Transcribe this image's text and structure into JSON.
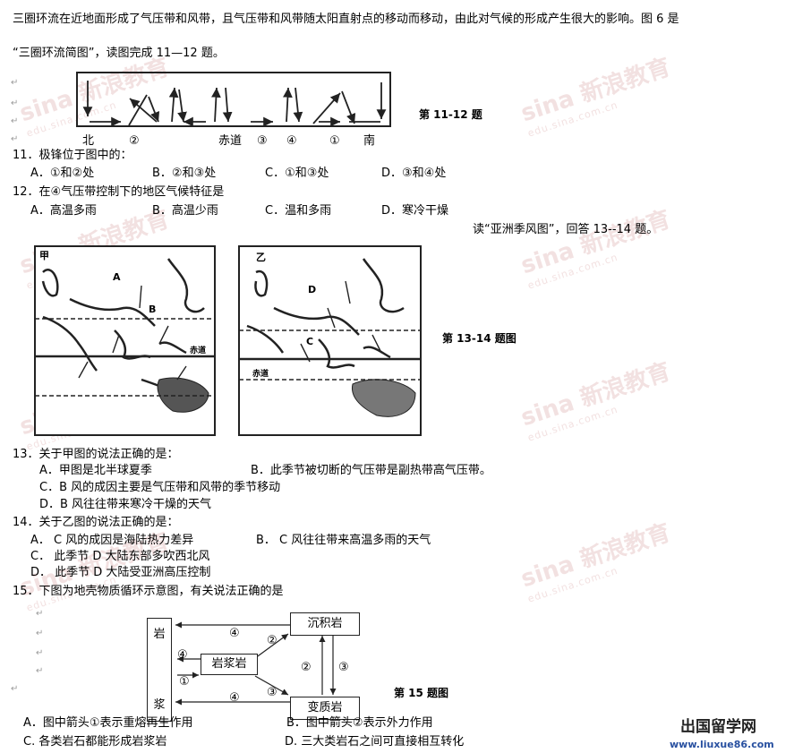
{
  "intro": {
    "line1": "三圈环流在近地面形成了气压带和风带，且气压带和风带随太阳直射点的移动而移动，由此对气候的形成产生很大的影响。图 6 是",
    "line2": "“三圈环流简图”，读图完成 11—12 题。"
  },
  "fig_circ": {
    "caption": "第 11-12 题",
    "north": "北",
    "num2": "②",
    "equator": "赤道",
    "num3": "③",
    "num4": "④",
    "num1": "①",
    "south": "南"
  },
  "q11": {
    "stem": "11．极锋位于图中的：",
    "a": "A．①和②处",
    "b": "B．②和③处",
    "c": "C．①和③处",
    "d": "D．③和④处"
  },
  "q12": {
    "stem": "12．在④气压带控制下的地区气候特征是",
    "a": "A．高温多雨",
    "b": "B．高温少雨",
    "c": "C．温和多雨",
    "d": "D．寒冷干燥"
  },
  "asia_intro": "读“亚洲季风图”，回答 13--14 题。",
  "map1": {
    "label": "甲",
    "a": "A",
    "b": "B",
    "equator": "赤道"
  },
  "map2": {
    "label": "乙",
    "c": "C",
    "d": "D",
    "equator": "赤道"
  },
  "map_caption": "第 13-14 题图",
  "q13": {
    "stem": "13．关于甲图的说法正确的是：",
    "a": "A．甲图是北半球夏季",
    "b": "B．此季节被切断的气压带是副热带高气压带。",
    "c": "C．B 风的成因主要是气压带和风带的季节移动",
    "d": "D．B 风往往带来寒冷干燥的天气"
  },
  "q14": {
    "stem": "14．关于乙图的说法正确的是：",
    "a": "A． C 风的成因是海陆热力差异",
    "b": "B． C 风往往带来高温多雨的天气",
    "c": "C．  此季节 D 大陆东部多吹西北风",
    "d": "D．  此季节 D 大陆受亚洲高压控制"
  },
  "q15": {
    "stem": "15．下图为地壳物质循环示意图，有关说法正确的是",
    "a": "A．图中箭头①表示重熔再生作用",
    "b": "B．图中箭头②表示外力作用",
    "c": "C. 各类岩石都能形成岩浆岩",
    "d": "D. 三大类岩石之间可直接相互转化"
  },
  "rock": {
    "yan": "岩",
    "jiang": "浆",
    "magma": "岩浆岩",
    "sed": "沉积岩",
    "meta": "变质岩",
    "c1": "①",
    "c2": "②",
    "c3": "③",
    "c4": "④",
    "caption": "第 15 题图"
  },
  "watermark": {
    "cn": "新浪教育",
    "en": "edu.sina.com.cn",
    "brand": "sina"
  },
  "logo": {
    "name": "出国留学网",
    "url": "www.liuxue86.com"
  },
  "para_mark": "↵"
}
